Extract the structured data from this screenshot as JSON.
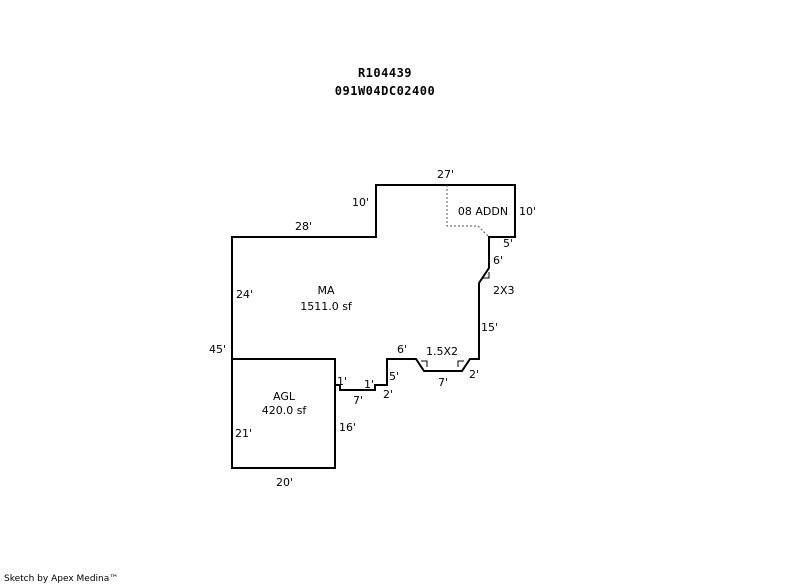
{
  "header": {
    "parcel_id": "R104439",
    "map_taxlot": "091W04DC02400"
  },
  "areas": {
    "main": {
      "label": "MA",
      "area": "1511.0 sf"
    },
    "addition": {
      "label": "08 ADDN"
    },
    "garage": {
      "label": "AGL",
      "area": "420.0 sf"
    }
  },
  "dimensions": {
    "top_27": "27'",
    "left_10": "10'",
    "right_10": "10'",
    "top_28": "28'",
    "right_5": "5'",
    "diag_6": "6'",
    "bump_2x3": "2X3",
    "left_24": "24'",
    "left_45": "45'",
    "right_15": "15'",
    "notch_6": "6'",
    "bump_1_5x2": "1.5X2",
    "notch_1a": "1'",
    "notch_1b": "1'",
    "notch_5": "5'",
    "notch_2a": "2'",
    "notch_7a": "7'",
    "notch_7b": "7'",
    "notch_2b": "2'",
    "garage_21": "21'",
    "garage_16": "16'",
    "garage_20": "20'"
  },
  "footer": {
    "credit": "Sketch by Apex Medina™"
  }
}
